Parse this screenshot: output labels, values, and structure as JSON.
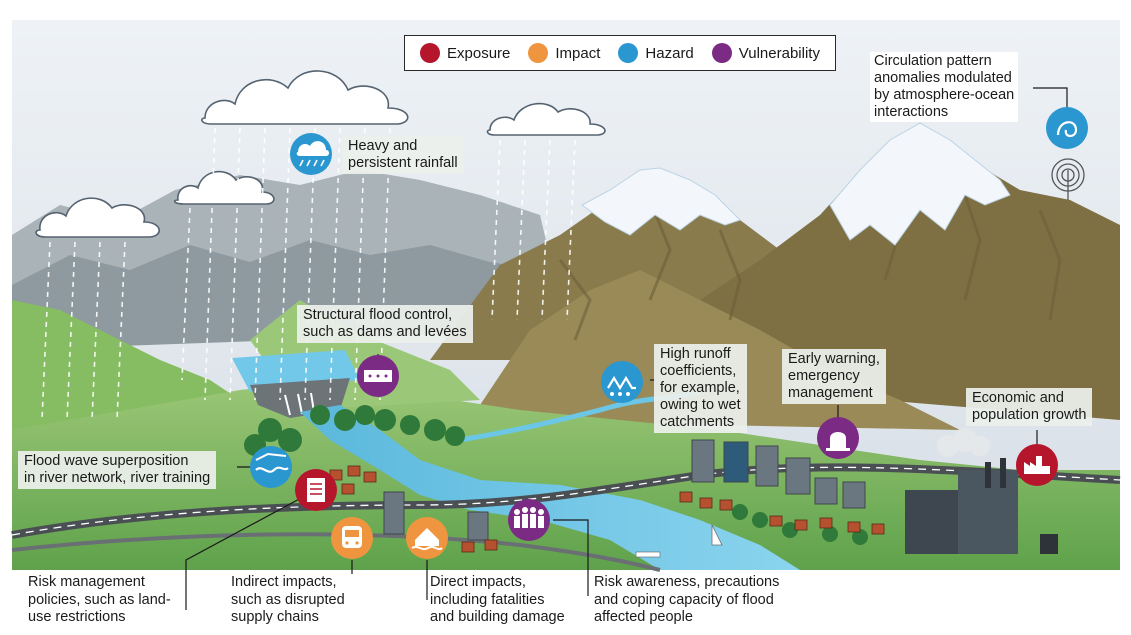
{
  "colors": {
    "exposure": "#b5162c",
    "impact": "#f0953f",
    "hazard": "#2a97d1",
    "vulnerability": "#7b2b84",
    "sky": "#dfe6ee",
    "mountain_brown": "#8a7a4c",
    "grass": "#7ab45c",
    "river": "#6cc7e6"
  },
  "legend": [
    {
      "key": "exposure",
      "label": "Exposure"
    },
    {
      "key": "impact",
      "label": "Impact"
    },
    {
      "key": "hazard",
      "label": "Hazard"
    },
    {
      "key": "vulnerability",
      "label": "Vulnerability"
    }
  ],
  "labels": {
    "circulation": "Circulation pattern\nanomalies modulated\nby atmosphere-ocean\ninteractions",
    "rainfall": "Heavy and\npersistent rainfall",
    "structural": "Structural flood control,\nsuch as dams and levées",
    "runoff": "High runoff\ncoefficients,\nfor example,\nowing to wet\ncatchments",
    "early_warning": "Early warning,\nemergency\nmanagement",
    "economic": "Economic and\npopulation growth",
    "flood_wave": "Flood wave superposition\nin river network, river training"
  },
  "bottom_labels": {
    "risk_management": "Risk management\npolicies, such as land-\nuse restrictions",
    "indirect": "Indirect impacts,\nsuch as disrupted\nsupply chains",
    "direct": "Direct impacts,\nincluding fatalities\nand building damage",
    "awareness": "Risk awareness, precautions\nand coping capacity of flood\naffected people"
  },
  "icons": {
    "circulation": {
      "name": "circulation-icon",
      "category": "hazard"
    },
    "rainfall": {
      "name": "rain-cloud-icon",
      "category": "hazard"
    },
    "structural": {
      "name": "dam-icon",
      "category": "vulnerability"
    },
    "runoff": {
      "name": "runoff-icon",
      "category": "hazard"
    },
    "early_warning": {
      "name": "alarm-light-icon",
      "category": "vulnerability"
    },
    "economic": {
      "name": "factory-icon",
      "category": "exposure"
    },
    "flood_wave": {
      "name": "river-wave-icon",
      "category": "hazard"
    },
    "risk_management": {
      "name": "document-list-icon",
      "category": "exposure"
    },
    "indirect": {
      "name": "train-icon",
      "category": "impact"
    },
    "direct": {
      "name": "flooded-house-icon",
      "category": "impact"
    },
    "awareness": {
      "name": "people-group-icon",
      "category": "vulnerability"
    }
  }
}
